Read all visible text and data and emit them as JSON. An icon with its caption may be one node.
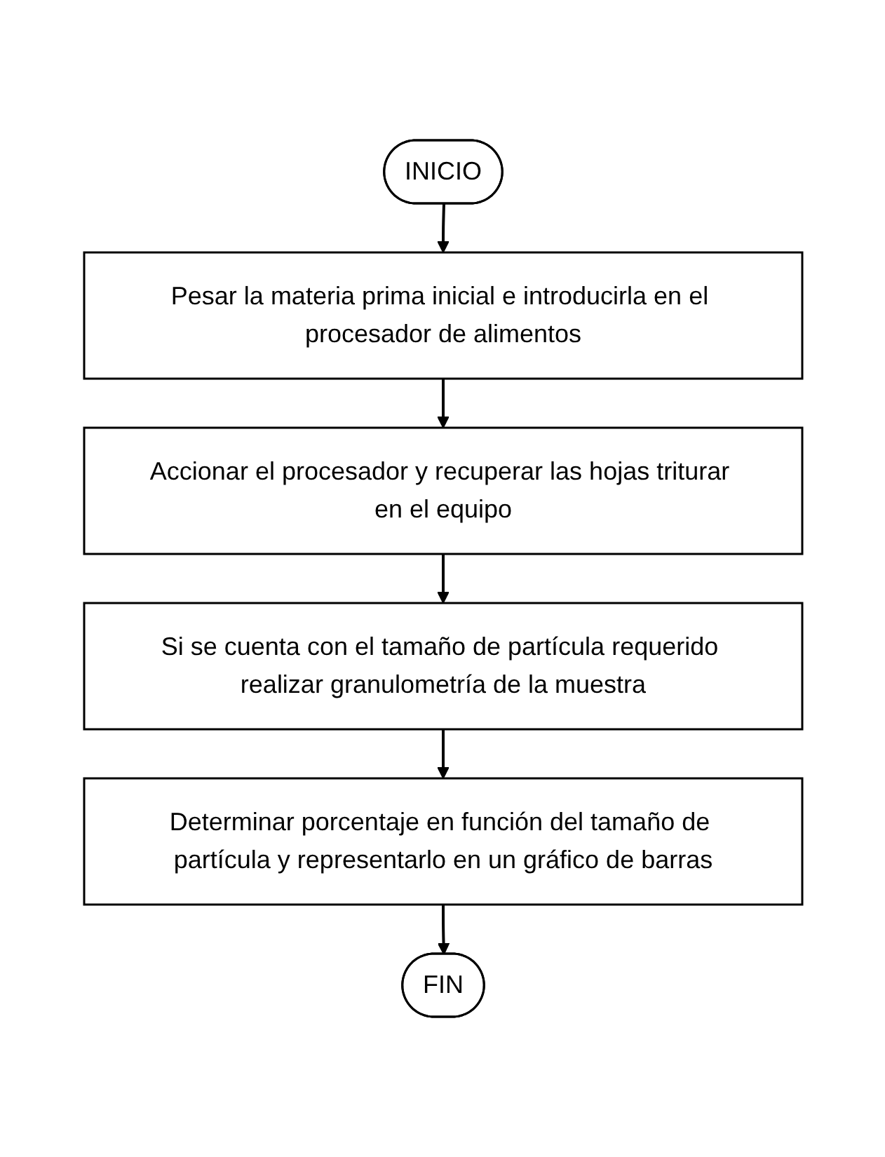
{
  "diagram": {
    "nodes": [
      {
        "text": [
          "INICIO"
        ]
      },
      {
        "text": [
          "Pesar la materia prima inicial e introducirla en el procesador de alimentos"
        ]
      },
      {
        "text": [
          "Accionar el procesador y recuperar las hojas triturar en el equipo"
        ]
      },
      {
        "text": [
          "Si se cuenta con el tamaño de partícula requerido realizar granulometría de la muestra"
        ]
      },
      {
        "text": [
          "Determinar porcentaje en función del tamaño de partícula y representarlo en un gráfico de barras"
        ]
      },
      {
        "text": [
          "FIN"
        ]
      }
    ],
    "edges": [
      {
        "from": 0,
        "to": 1,
        "arrow": "to"
      },
      {
        "from": 1,
        "to": 2,
        "arrow": "to"
      },
      {
        "from": 2,
        "to": 3,
        "arrow": "to"
      },
      {
        "from": 3,
        "to": 4,
        "arrow": "to"
      },
      {
        "from": 4,
        "to": 5,
        "arrow": "to"
      }
    ]
  }
}
